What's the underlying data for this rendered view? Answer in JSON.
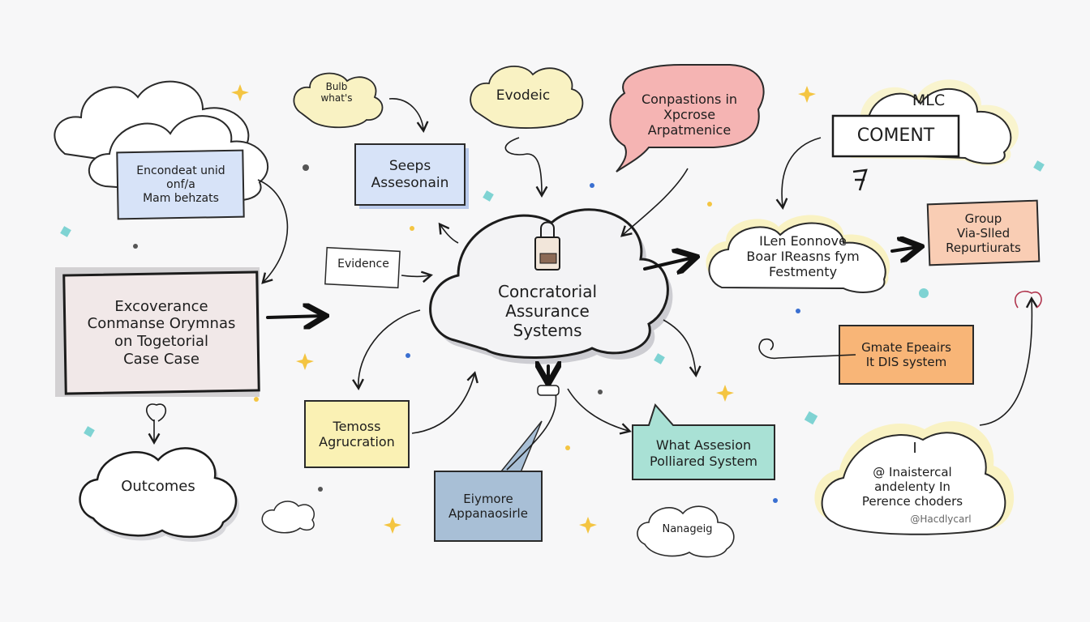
{
  "central": {
    "title": "Concratorial\nAssurance\nSystems"
  },
  "nodes": {
    "encondeat": "Encondeat unid\nonf/a\nMam behzats",
    "bulb": "Bulb\nwhat's",
    "evodeic": "Evodeic",
    "conpastions": "Conpastions in\nXpcrose\nArpatmenice",
    "mlc": "MLC",
    "coment": "COMENT",
    "seeps": "Seeps\nAssesonain",
    "evidence": "Evidence",
    "excoverance": "Excoverance\nConmanse Orymnas\non Togetorial\nCase Case",
    "ilen": "ILen Eonnove\nBoar IReasns fym\nFestmenty",
    "group": "Group\nVia-Slled\nRepurtiurats",
    "gmate": "Gmate Epeairs\nIt DIS system",
    "outcomes": "Outcomes",
    "temoss": "Temoss\nAgrucration",
    "eiymore": "Eiymore\nAppanaosirle",
    "what_assesion": "What Assesion\nPolliared System",
    "nanageig": "Nanageig",
    "inaistercal": "@ Inaistercal\nandelenty In\nPerence choders",
    "signature": "@Hacdlycarl",
    "glyph_mark": "I"
  },
  "colors": {
    "blue_box": "#d7e3f8",
    "yellow_box": "#faf1b4",
    "orange_box": "#f8b577",
    "peach_box": "#f9cdb4",
    "teal_box": "#a9e1d5",
    "pink_bubble": "#f5b4b3",
    "slate_box": "#a8bfd6",
    "cream_glow": "#f9f2c3",
    "ink": "#1c1c1c"
  }
}
